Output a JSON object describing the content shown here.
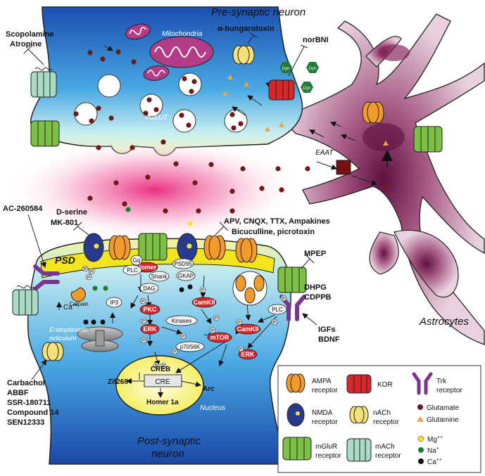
{
  "labels": {
    "pre_neuron": "Pre-synaptic neuron",
    "post_neuron_1": "Post-synaptic",
    "post_neuron_2": "neuron",
    "astrocytes": "Astrocytes",
    "mitochondria": "Mitochondria",
    "vglut": "VGLUT",
    "eaat": "EAAT",
    "psd": "PSD",
    "er_1": "Endoplasmic",
    "er_2": "reticulum",
    "nucleus": "Nucleus"
  },
  "drugs": {
    "scopolamine": "Scopolamine",
    "atropine": "Atropine",
    "bungarotoxin": "α-bungarotoxin",
    "norbni": "norBNI",
    "ac260584": "AC-260584",
    "dserine": "D-serine",
    "mk801": "MK-801",
    "apv_line": "APV, CNQX, TTX, Ampakines",
    "bicuculline_line": "Bicuculline, picrotoxin",
    "mpep": "MPEP",
    "dhpg": "DHPG",
    "cdppb": "CDPPB",
    "igfs": "IGFs",
    "bdnf": "BDNF",
    "carbachol": "Carbachol",
    "abbf": "ABBF",
    "ssr": "SSR-180711",
    "compound14": "Compound 14",
    "sen12333": "SEN12333"
  },
  "molecules": {
    "dyn": "Dyn",
    "homer": "Homer",
    "shank": "Shank",
    "gkap": "GKAP",
    "psd95": "PSD95",
    "gq": "Gq",
    "plc": "PLC",
    "plc2": "PLC",
    "dag": "DAG",
    "ip3": "IP3",
    "pkc": "PKC",
    "kinases": "Kinases",
    "camkii": "CamKII",
    "camkii2": "CamKII",
    "mtor": "mTOR",
    "erk": "ERK",
    "erk2": "ERK",
    "p70s6k": "p70S6K",
    "calpain": "Calpain",
    "ca": "Ca",
    "ca_sup": "++",
    "creb": "CREB",
    "cre": "CRE",
    "zif268": "Zif268",
    "arc": "Arc",
    "homer1a": "Homer 1a",
    "p": "P"
  },
  "legend": {
    "ampa_1": "AMPA",
    "ampa_2": "receptor",
    "kor": "KOR",
    "trk_1": "Trk",
    "trk_2": "receptor",
    "nmda_1": "NMDA",
    "nmda_2": "receptor",
    "nach_1": "nACh",
    "nach_2": "receptor",
    "glutamate": "Glutamate",
    "glutamine": "Glutamine",
    "mglur_1": "mGluR",
    "mglur_2": "receptor",
    "mach_1": "mACh",
    "mach_2": "receptor",
    "mg": "Mg",
    "mg_sup": "++",
    "na": "Na",
    "na_sup": "+",
    "ca": "Ca",
    "ca_sup": "++"
  },
  "colors": {
    "ampa": "#f39a2c",
    "kor": "#d8262b",
    "trk": "#7a3592",
    "nmda": "#283a8e",
    "nach": "#f5e07a",
    "mglur": "#7cc143",
    "mach": "#a9dcc2",
    "glutamate": "#6e1a1a",
    "glutamine": "#f2a33a",
    "mg": "#f4e431",
    "na": "#1f7a36",
    "ca": "#111111",
    "red_kinase": "#d8262b",
    "astrocyte": "#9b3b6e"
  }
}
